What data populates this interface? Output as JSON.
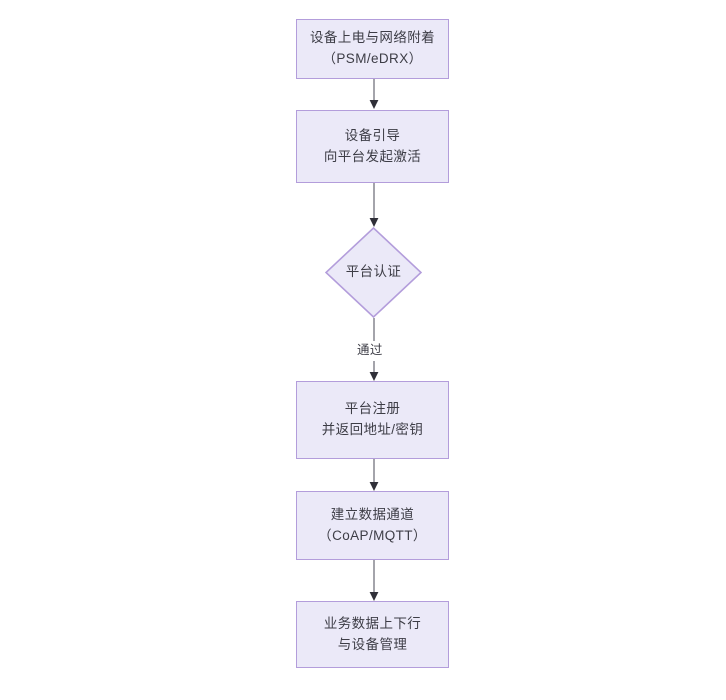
{
  "diagram": {
    "type": "flowchart",
    "orientation": "top-to-bottom",
    "theme": {
      "node_fill": "#ebe9f8",
      "node_border": "#b39ddb",
      "text_color": "#3d3d46",
      "edge_color": "#5a5a66",
      "background": "#ffffff"
    },
    "nodes": [
      {
        "id": "n1",
        "shape": "rectangle",
        "line1": "设备上电与网络附着",
        "line2": "（PSM/eDRX）"
      },
      {
        "id": "n2",
        "shape": "rectangle",
        "line1": "设备引导",
        "line2": "向平台发起激活"
      },
      {
        "id": "n3",
        "shape": "diamond",
        "line1": "平台认证",
        "line2": ""
      },
      {
        "id": "n4",
        "shape": "rectangle",
        "line1": "平台注册",
        "line2": "并返回地址/密钥"
      },
      {
        "id": "n5",
        "shape": "rectangle",
        "line1": "建立数据通道",
        "line2": "（CoAP/MQTT）"
      },
      {
        "id": "n6",
        "shape": "rectangle",
        "line1": "业务数据上下行",
        "line2": "与设备管理"
      }
    ],
    "edges": [
      {
        "id": "e1",
        "from": "n1",
        "to": "n2",
        "label": ""
      },
      {
        "id": "e2",
        "from": "n2",
        "to": "n3",
        "label": ""
      },
      {
        "id": "e3",
        "from": "n3",
        "to": "n4",
        "label": "通过"
      },
      {
        "id": "e4",
        "from": "n4",
        "to": "n5",
        "label": ""
      },
      {
        "id": "e5",
        "from": "n5",
        "to": "n6",
        "label": ""
      }
    ]
  }
}
